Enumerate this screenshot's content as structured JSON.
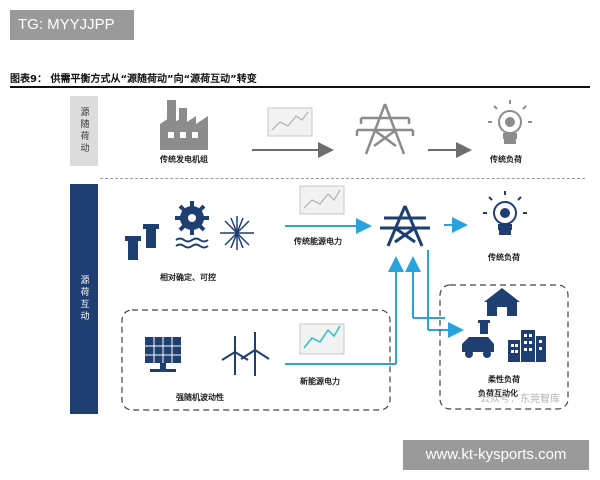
{
  "tag": {
    "text": "TG: MYYJJPP"
  },
  "figure": {
    "title": "图表9：  供需平衡方式从“源随荷动”向“源荷互动”转变"
  },
  "sections": {
    "top_label": "源随荷动",
    "bottom_label": "源荷互动"
  },
  "labels": {
    "traditional_generators": "传统发电机组",
    "traditional_load_top": "传统负荷",
    "traditional_energy_power": "传统能源电力",
    "relatively_certain": "相对确定、可控",
    "traditional_load_bottom": "传统负荷",
    "new_energy_power": "新能源电力",
    "strong_volatility": "强随机波动性",
    "flexible_load": "柔性负荷",
    "load_interaction": "负荷互动化"
  },
  "watermark": {
    "text": "公众号：东莞智库"
  },
  "overlay": {
    "text": "www.kt-kysports.com"
  },
  "colors": {
    "grey_icon": "#8c8c8c",
    "navy": "#1f3f73",
    "arrow_blue": "#29a3dc",
    "arrow_grey": "#6e6e6e",
    "side_grey": "#dcdcdc",
    "overlay_grey": "#9a9a9a"
  },
  "icons": [
    "factory-icon",
    "chart-icon",
    "pylon-icon",
    "lightbulb-icon",
    "water-turbine-icon",
    "gear-icon",
    "sunburst-icon",
    "solar-panel-icon",
    "wind-turbine-icon",
    "house-icon",
    "ev-charging-icon",
    "buildings-icon"
  ]
}
